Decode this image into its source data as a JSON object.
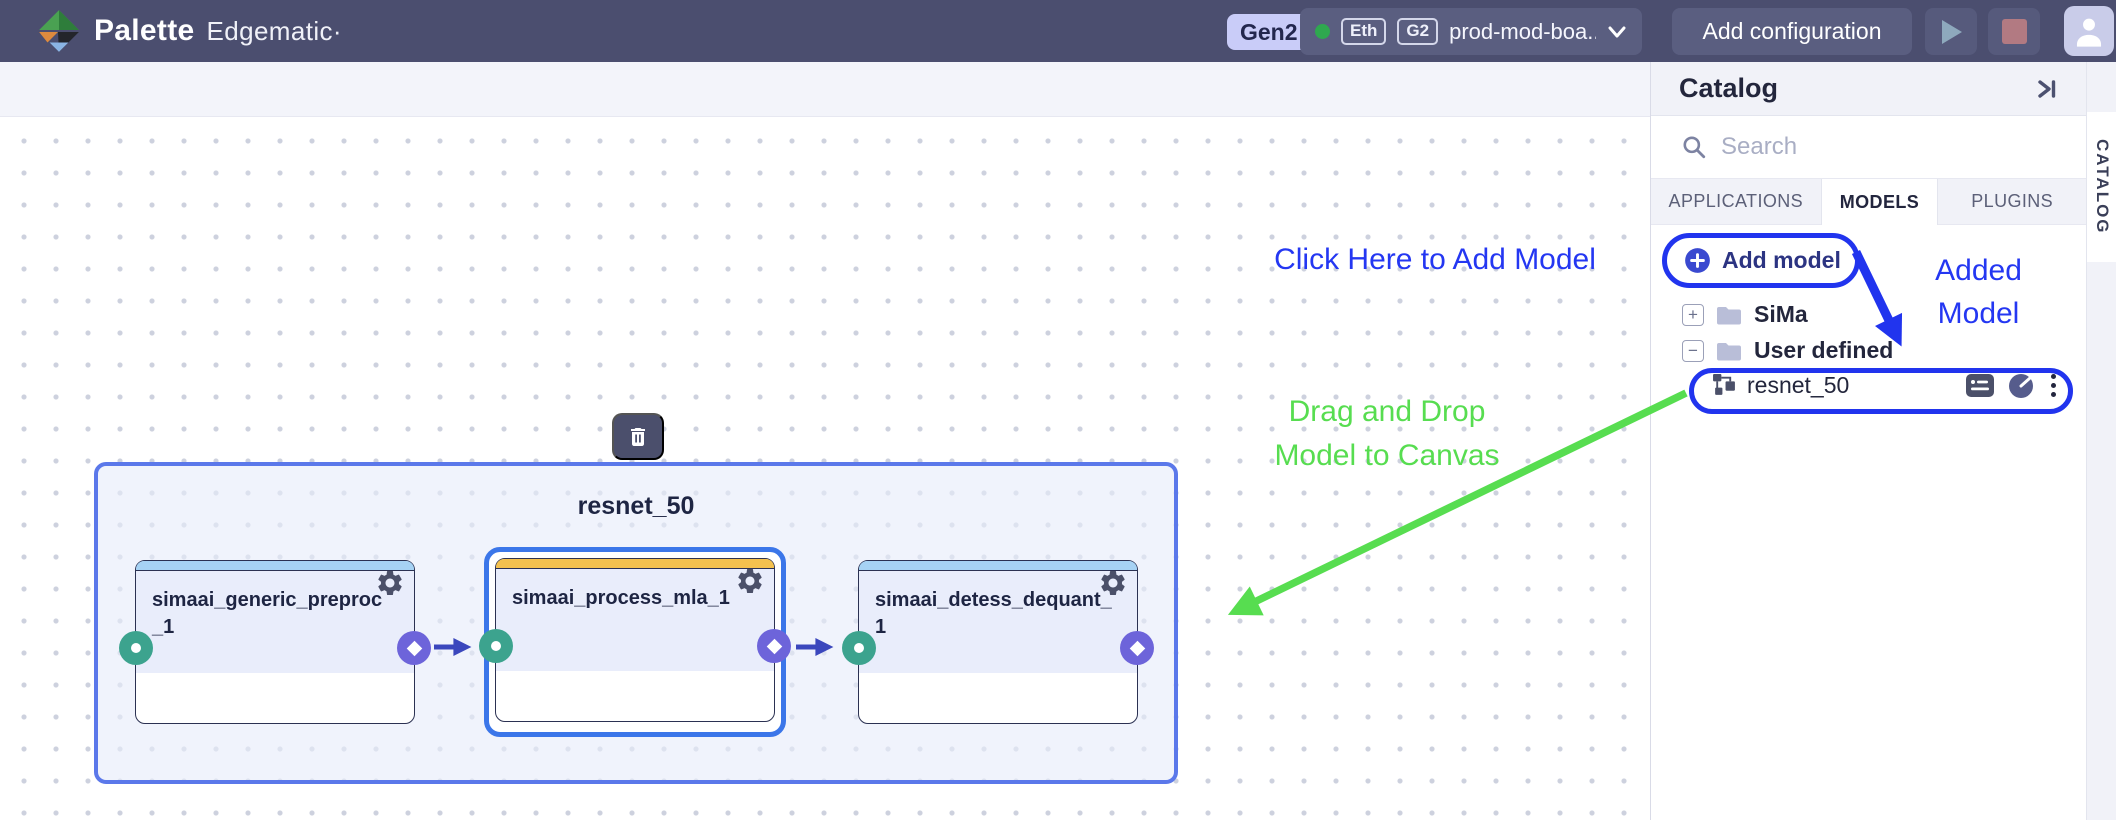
{
  "navbar": {
    "brand_name": "Palette",
    "brand_suffix": "Edgematic·",
    "gen_badge": "Gen2",
    "device": {
      "badge1": "Eth",
      "badge2": "G2",
      "name": "prod-mod-boa..."
    },
    "add_config": "Add configuration"
  },
  "catalog": {
    "title": "Catalog",
    "search_placeholder": "Search",
    "tabs": [
      {
        "label": "APPLICATIONS",
        "active": false
      },
      {
        "label": "MODELS",
        "active": true
      },
      {
        "label": "PLUGINS",
        "active": false
      }
    ],
    "add_model": "Add model",
    "tree": {
      "folder1": "SiMa",
      "folder1_toggle": "+",
      "folder2": "User defined",
      "folder2_toggle": "−",
      "model": "resnet_50"
    },
    "side_tab": "CATALOG"
  },
  "canvas": {
    "group_title": "resnet_50",
    "nodes": [
      {
        "title": "simaai_generic_preproc_1",
        "selected": false
      },
      {
        "title": "simaai_process_mla_1",
        "selected": true
      },
      {
        "title": "simaai_detess_dequant_1",
        "selected": false
      }
    ]
  },
  "annotations": {
    "click_here": "Click Here to Add Model",
    "added_line1": "Added",
    "added_line2": "Model",
    "drag_line1": "Drag and Drop",
    "drag_line2": "Model to Canvas"
  },
  "colors": {
    "annotation_blue": "#2437f2",
    "annotation_green": "#57dd50",
    "selection_blue": "#3b76e9",
    "group_border": "#5b78ea",
    "port_teal": "#3ca38e",
    "port_purple": "#6d64da",
    "wire_indigo": "#3b47bd",
    "node_strip_blue": "#a6d2f4",
    "node_strip_orange": "#f4c14e",
    "navbar_bg": "#4b4e6f",
    "status_green": "#2fa84f"
  }
}
